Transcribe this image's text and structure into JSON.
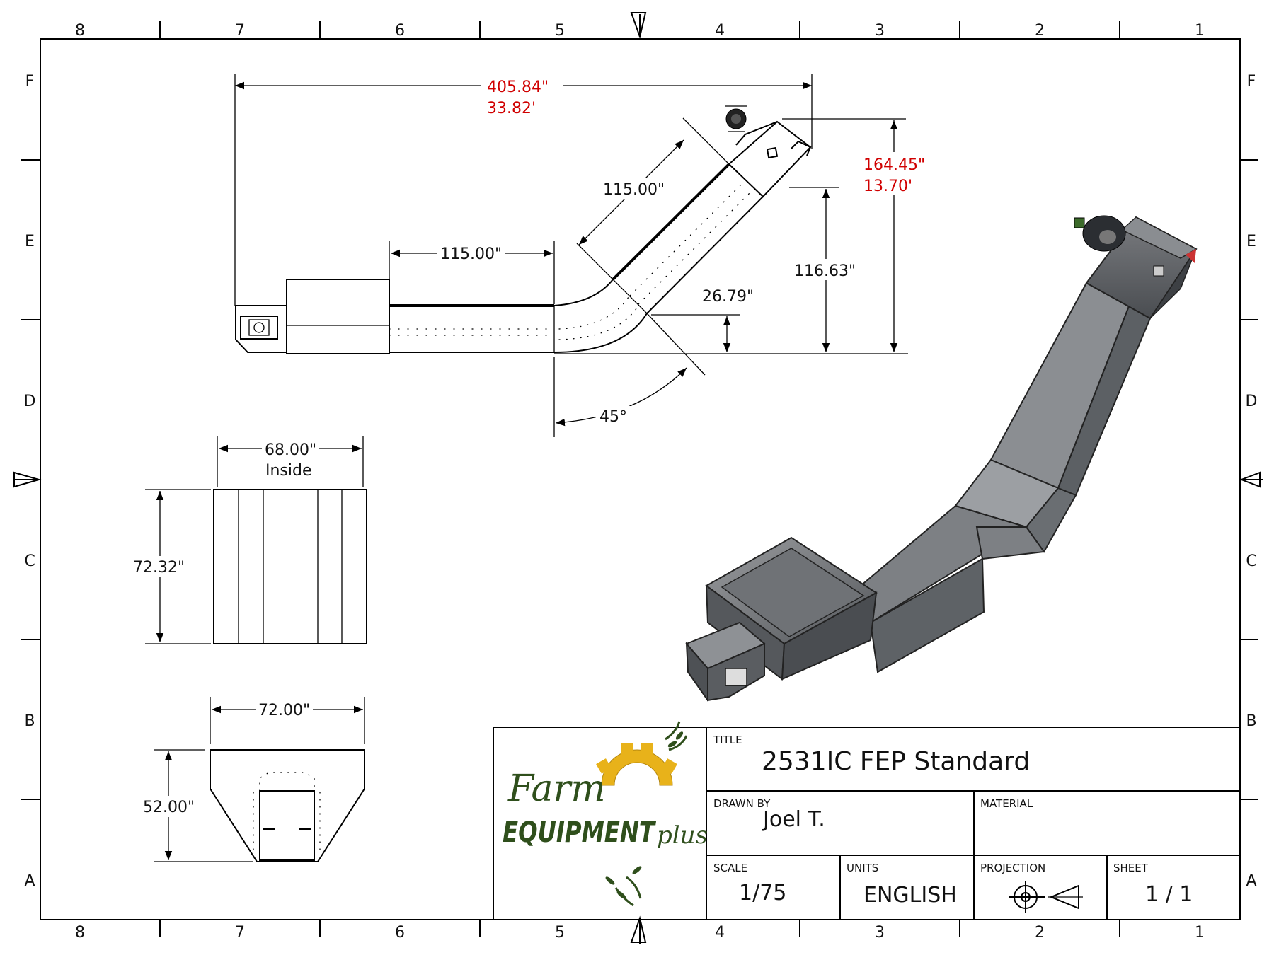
{
  "zones": {
    "columns": [
      "8",
      "7",
      "6",
      "5",
      "4",
      "3",
      "2",
      "1"
    ],
    "rows": [
      "F",
      "E",
      "D",
      "C",
      "B",
      "A"
    ]
  },
  "dimensions": {
    "overall_length_in": "405.84\"",
    "overall_length_ft": "33.82'",
    "overall_height_in": "164.45\"",
    "overall_height_ft": "13.70'",
    "incline_section": "115.00\"",
    "flat_section": "115.00\"",
    "discharge_height": "116.63\"",
    "bend_rise": "26.79\"",
    "bend_angle": "45°",
    "hopper_inside_width": "68.00\"",
    "hopper_inside_label": "Inside",
    "hopper_length": "72.32\"",
    "end_width": "72.00\"",
    "end_height": "52.00\""
  },
  "title_block": {
    "logo": {
      "word1": "Farm",
      "word2": "EQUIPMENT",
      "word3": "plus",
      "colors": {
        "green": "#2f4f1c",
        "gold": "#e8b21a"
      }
    },
    "title_label": "TITLE",
    "title_value": "2531IC FEP Standard",
    "drawn_by_label": "DRAWN BY",
    "drawn_by_value": "Joel T.",
    "material_label": "MATERIAL",
    "material_value": "",
    "scale_label": "SCALE",
    "scale_value": "1/75",
    "units_label": "UNITS",
    "units_value": "ENGLISH",
    "projection_label": "PROJECTION",
    "sheet_label": "SHEET",
    "sheet_value": "1 / 1"
  },
  "colors": {
    "dimension_highlight": "#d00000",
    "render_steel": "#6e7073"
  }
}
